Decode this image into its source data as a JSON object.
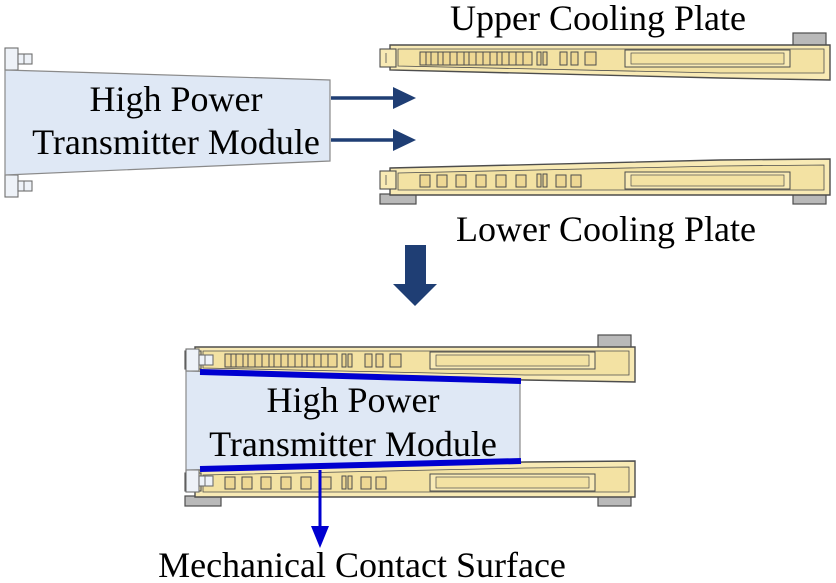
{
  "labels": {
    "upper_plate": "Upper Cooling Plate",
    "lower_plate": "Lower Cooling Plate",
    "contact_surface": "Mechanical Contact Surface"
  },
  "module": {
    "line1": "High Power",
    "line2": "Transmitter Module"
  },
  "assembled_module": {
    "line1": "High Power",
    "line2": "Transmitter Module"
  },
  "colors": {
    "plate_fill": "#f8eab5",
    "plate_recess": "#f3e2a3",
    "slot_fill": "#eed894",
    "mounting_block": "#b9b9b9",
    "outline": "#4d4d4d",
    "module_fill": "#dfe8f5",
    "arrow_navy": "#1f3e74",
    "contact_blue": "#0000d0"
  }
}
